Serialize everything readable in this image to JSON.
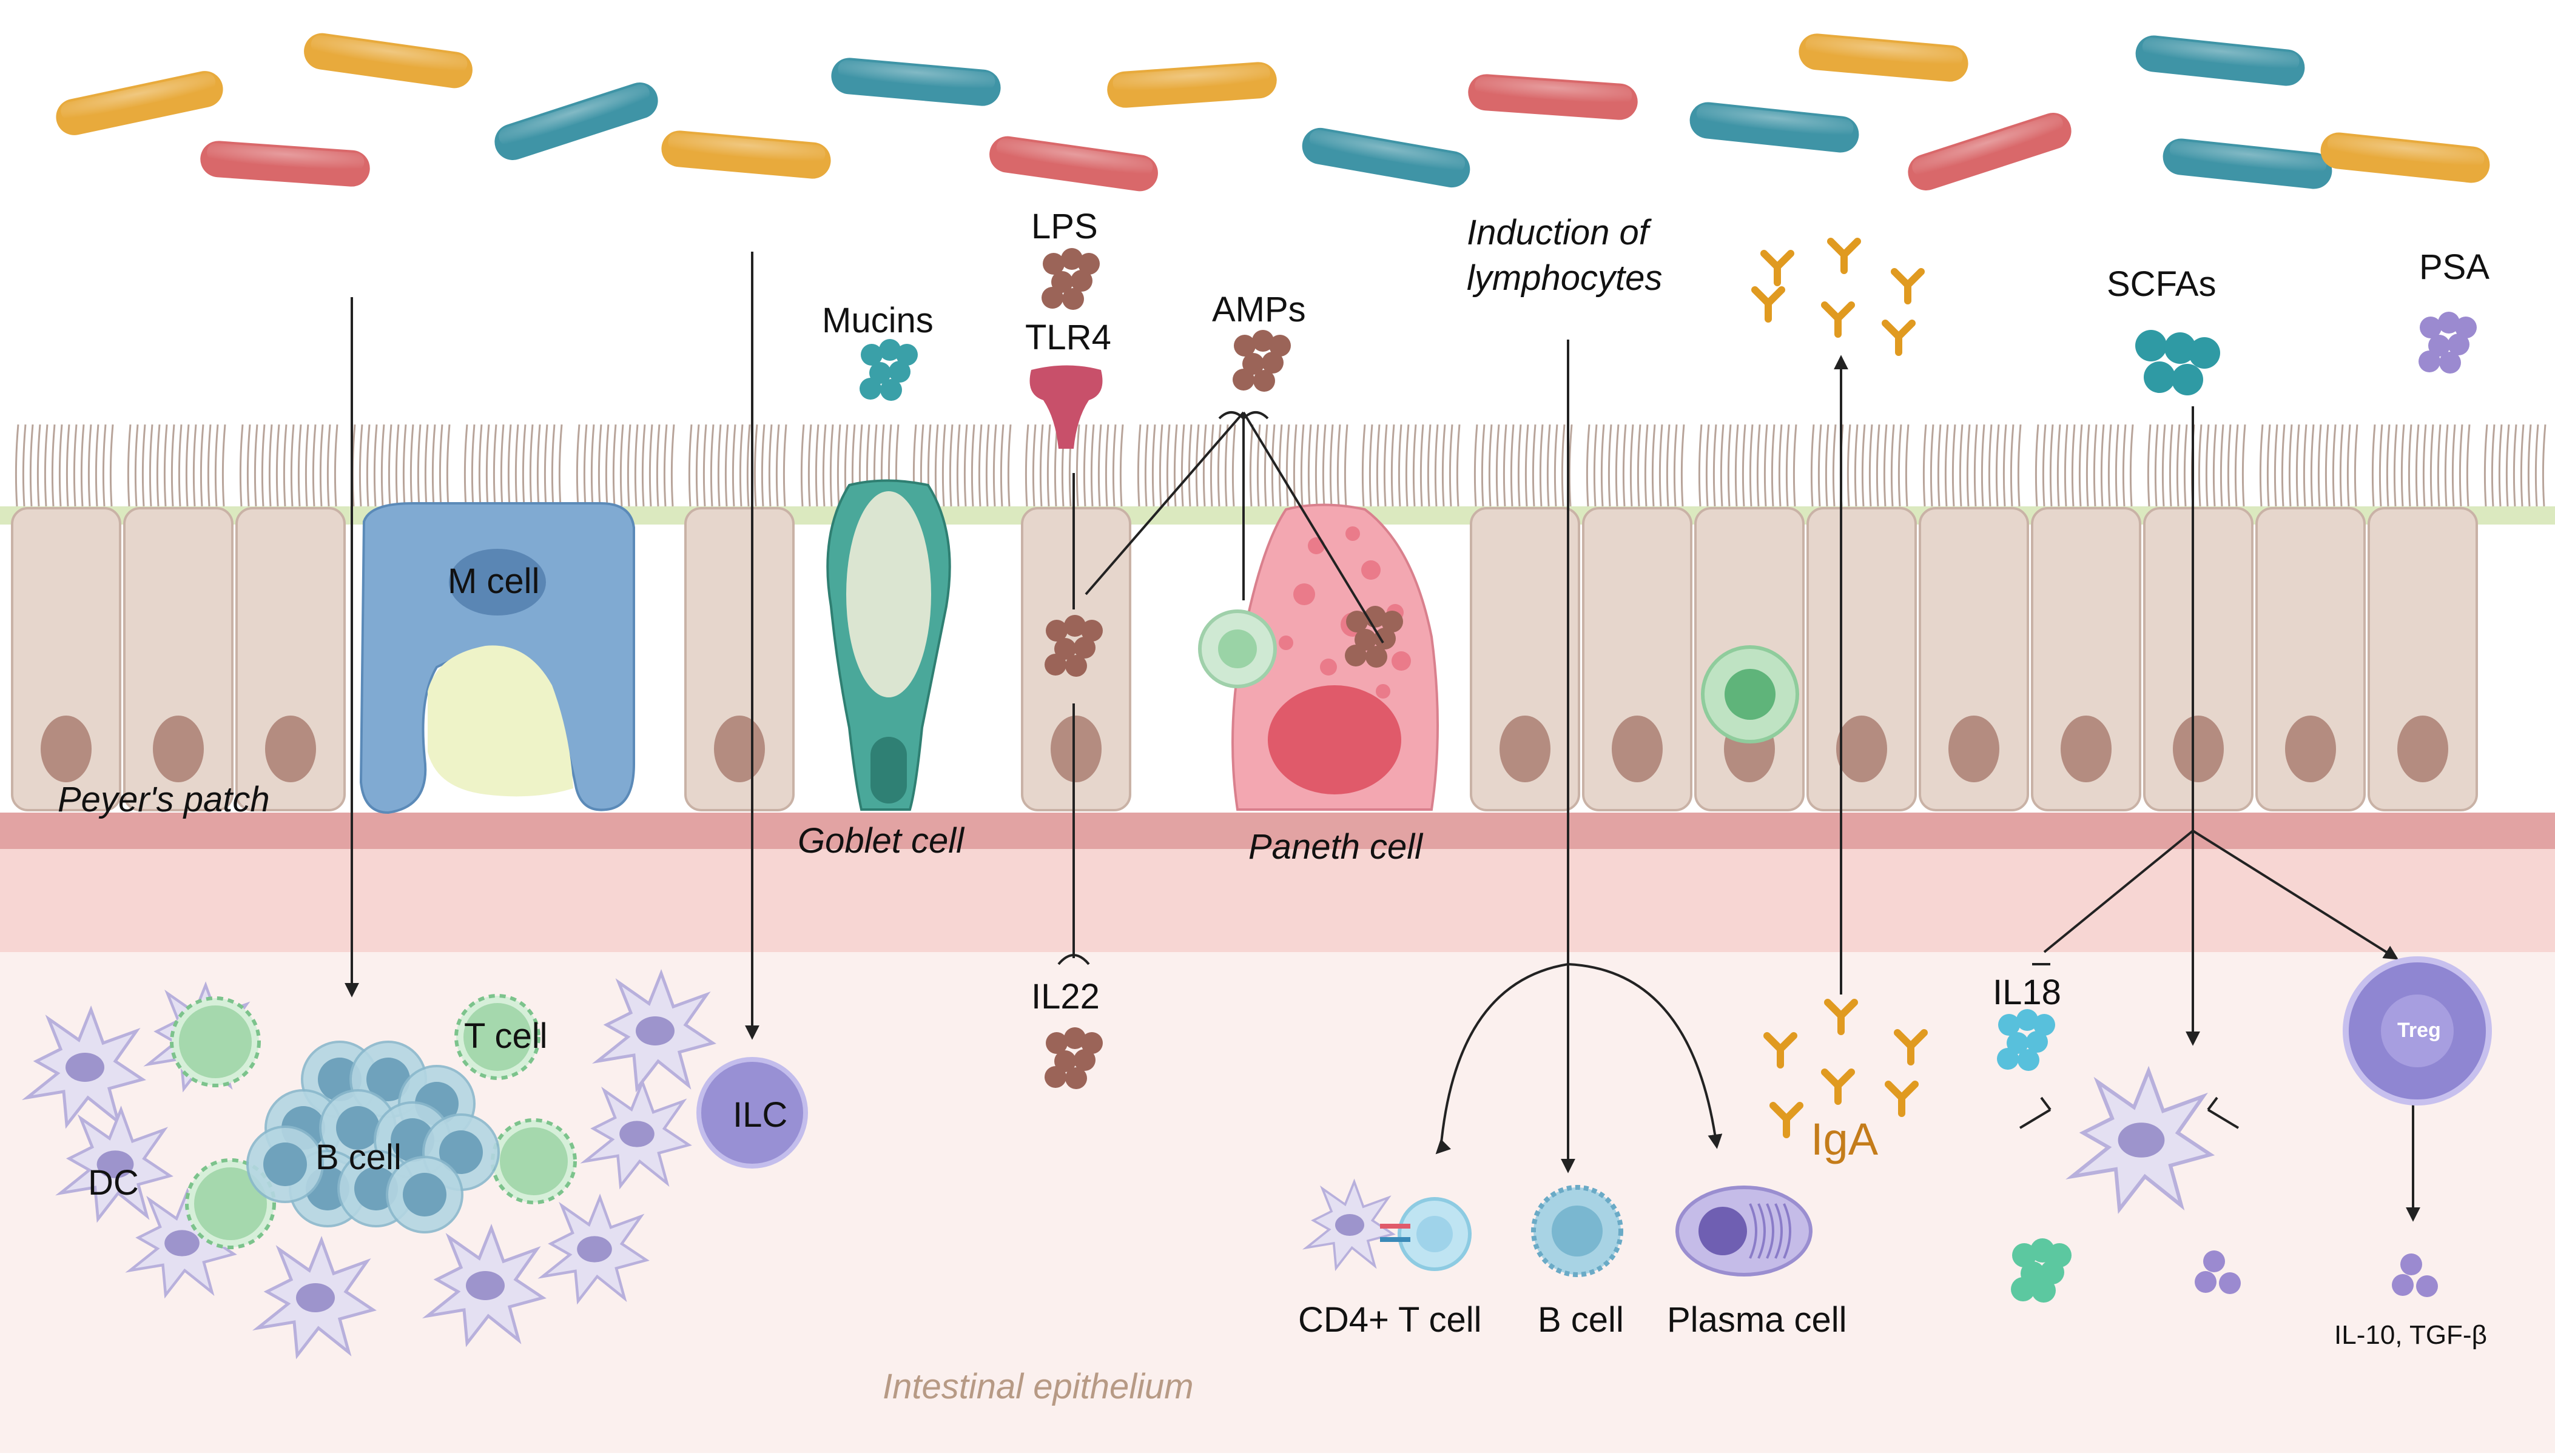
{
  "labels": {
    "lps": "LPS",
    "tlr4": "TLR4",
    "mucins": "Mucins",
    "amps": "AMPs",
    "induction_line1": "Induction of",
    "induction_line2": "lymphocytes",
    "scfas": "SCFAs",
    "psa": "PSA",
    "m_cell": "M cell",
    "peyers_patch": "Peyer's patch",
    "goblet_cell": "Goblet cell",
    "paneth_cell": "Paneth cell",
    "il22": "IL22",
    "t_cell": "T cell",
    "b_cell_cluster": "B cell",
    "dc": "DC",
    "ilc": "ILC",
    "iga": "IgA",
    "il18": "IL18",
    "treg": "Treg",
    "cd4_t_cell": "CD4+ T cell",
    "b_cell": "B cell",
    "plasma_cell": "Plasma cell",
    "il10_tgfb": "IL-10, TGF-β",
    "intestinal_epithelium": "Intestinal epithelium"
  },
  "colors": {
    "bacteria_orange": "#e8aa3c",
    "bacteria_teal": "#3f94a6",
    "bacteria_red": "#d9686a",
    "cell_body": "#e6d6cc",
    "nucleus": "#b48c80",
    "mucus_layer": "#e0ecc4",
    "basement": "#e8aaa8",
    "lamina": "#fbefed",
    "m_cell": "#7ea9d0",
    "goblet": "#4aa89a",
    "paneth": "#f0a3ad",
    "iga": "#e09a20",
    "lps_dots": "#9b6458",
    "mucin_dots": "#3aa0a8",
    "psa_dots": "#9b8ad0",
    "il18_dots": "#58c0dc",
    "green_dots": "#5cc8a0",
    "treg": "#9c94d8"
  }
}
